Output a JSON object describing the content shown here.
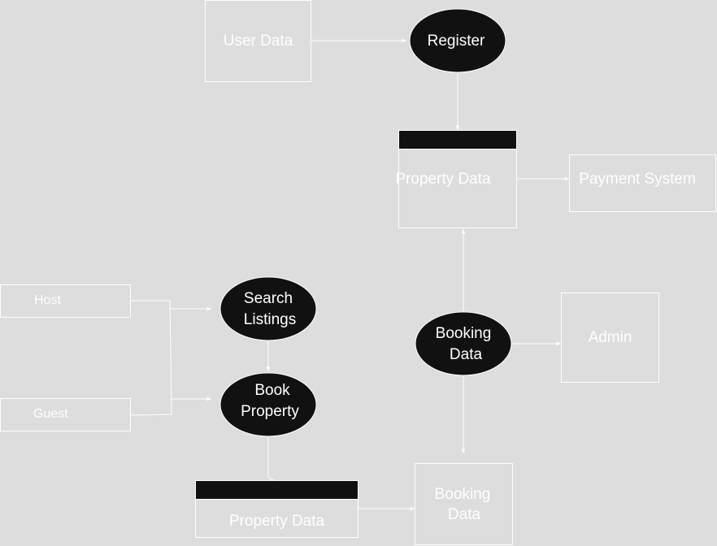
{
  "colors": {
    "background": "#dddddd",
    "stroke": "#ffffff",
    "process_fill": "#111111",
    "store_header": "#111111",
    "text": "#ffffff"
  },
  "entities": {
    "user_data": "User Data",
    "payment_system": "Payment System",
    "admin": "Admin",
    "host": "Host",
    "guest": "Guest",
    "booking_data_box": [
      "Booking",
      "Data"
    ]
  },
  "processes": {
    "register": "Register",
    "search_listings": [
      "Search",
      "Listings"
    ],
    "book_property": [
      "Book",
      "Property"
    ],
    "booking_data": [
      "Booking",
      "Data"
    ]
  },
  "data_stores": {
    "property_data_top": "Property Data",
    "property_data_bottom": "Property Data"
  }
}
